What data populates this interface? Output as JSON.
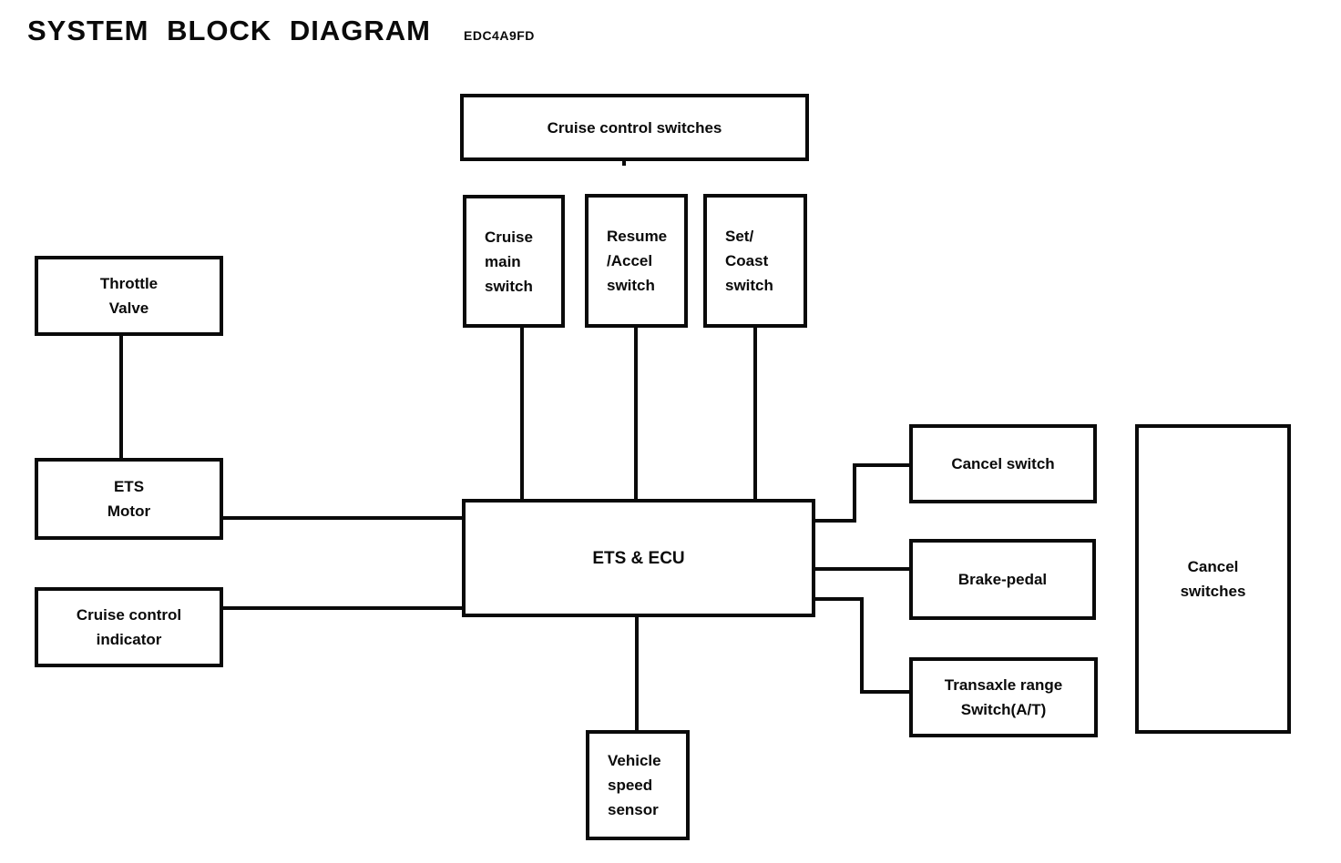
{
  "title": {
    "text": "SYSTEM BLOCK DIAGRAM",
    "code": "EDC4A9FD"
  },
  "colors": {
    "ink": "#0a0a0a",
    "background": "#ffffff"
  },
  "nodes": {
    "cruise_control_switches": {
      "label": "Cruise control switches"
    },
    "cruise_main_switch": {
      "lines": [
        "Cruise",
        "main",
        "switch"
      ]
    },
    "resume_accel_switch": {
      "lines": [
        "Resume",
        "/Accel",
        "switch"
      ]
    },
    "set_coast_switch": {
      "lines": [
        "Set/",
        "Coast",
        "switch"
      ]
    },
    "throttle_valve": {
      "lines": [
        "Throttle",
        "Valve"
      ]
    },
    "ets_motor": {
      "lines": [
        "ETS",
        "Motor"
      ]
    },
    "cruise_control_indicator": {
      "lines": [
        "Cruise control",
        "indicator"
      ]
    },
    "ets_ecu": {
      "label": "ETS & ECU"
    },
    "vehicle_speed_sensor": {
      "lines": [
        "Vehicle",
        "speed",
        "sensor"
      ]
    },
    "cancel_switch": {
      "label": "Cancel switch"
    },
    "brake_pedal": {
      "label": "Brake-pedal"
    },
    "transaxle_range_switch": {
      "lines": [
        "Transaxle range",
        "Switch(A/T)"
      ]
    },
    "cancel_switches": {
      "lines": [
        "Cancel",
        "switches"
      ]
    }
  },
  "edges": [
    {
      "from": "throttle_valve",
      "to": "ets_motor"
    },
    {
      "from": "ets_motor",
      "to": "ets_ecu"
    },
    {
      "from": "cruise_control_indicator",
      "to": "ets_ecu"
    },
    {
      "from": "cruise_main_switch",
      "to": "ets_ecu"
    },
    {
      "from": "resume_accel_switch",
      "to": "ets_ecu"
    },
    {
      "from": "set_coast_switch",
      "to": "ets_ecu"
    },
    {
      "from": "ets_ecu",
      "to": "vehicle_speed_sensor"
    },
    {
      "from": "ets_ecu",
      "to": "cancel_switch"
    },
    {
      "from": "ets_ecu",
      "to": "brake_pedal"
    },
    {
      "from": "ets_ecu",
      "to": "transaxle_range_switch"
    }
  ]
}
